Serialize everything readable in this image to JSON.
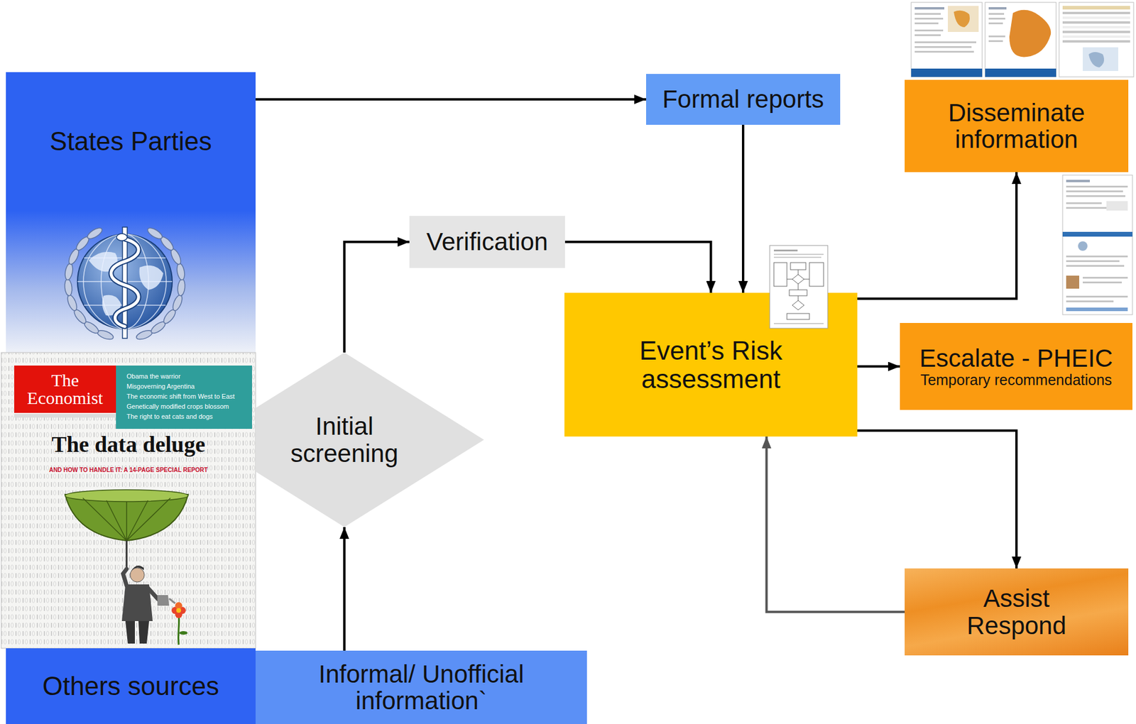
{
  "diagram": {
    "nodes": [
      {
        "text": [
          "States Parties"
        ]
      },
      {
        "text": [
          "Formal reports"
        ]
      },
      {
        "text": [
          "Disseminate information"
        ]
      },
      {
        "text": [
          "Verification"
        ]
      },
      {
        "text": [
          "Event’s Risk assessment"
        ]
      },
      {
        "text": [
          "Escalate - PHEIC",
          "Temporary recommendations"
        ]
      },
      {
        "text": [
          "Initial screening"
        ]
      },
      {
        "text": [
          "Assist Respond"
        ]
      },
      {
        "text": [
          "Others sources"
        ]
      },
      {
        "text": [
          "Informal/ Unofficial information`"
        ]
      }
    ],
    "edges": [
      {
        "from": 0,
        "to": 1,
        "arrow": "to"
      },
      {
        "from": 1,
        "to": 4,
        "arrow": "to"
      },
      {
        "from": 9,
        "to": 6,
        "arrow": "to"
      },
      {
        "from": 6,
        "to": 3,
        "arrow": "to"
      },
      {
        "from": 3,
        "to": 4,
        "arrow": "to"
      },
      {
        "from": 4,
        "to": 2,
        "arrow": "to"
      },
      {
        "from": 4,
        "to": 5,
        "arrow": "to"
      },
      {
        "from": 4,
        "to": 7,
        "arrow": "to"
      },
      {
        "from": 7,
        "to": 4,
        "arrow": "to"
      }
    ],
    "labels": [
      "The Economist",
      "Obama the warrior",
      "Misgoverning Argentina",
      "The economic shift from West to East",
      "Genetically modified crops blossom",
      "The right to eat cats and dogs",
      "The data deluge",
      "AND HOW TO HANDLE IT: A 14-PAGE SPECIAL REPORT"
    ]
  }
}
